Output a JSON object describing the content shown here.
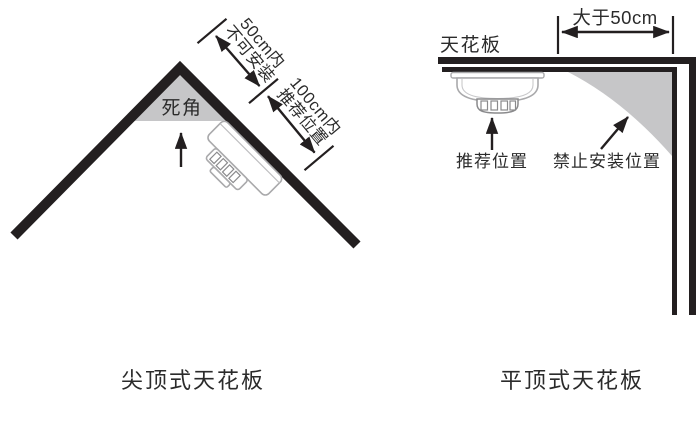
{
  "left_diagram": {
    "caption": "尖顶式天花板",
    "dead_corner_label": "死角",
    "dim_no_install_line1": "50cm内",
    "dim_no_install_line2": "不可安装",
    "dim_recommended_line1": "100cm内",
    "dim_recommended_line2": "推荐位置"
  },
  "right_diagram": {
    "caption": "平顶式天花板",
    "ceiling_label": "天花板",
    "distance_label": "大于50cm",
    "recommended_label": "推荐位置",
    "forbidden_label": "禁止安装位置"
  },
  "colors": {
    "line_black": "#231f20",
    "zone_gray": "#c6c6c8",
    "detector_gray": "#a9a9ab",
    "text_dark": "#2b2b2b"
  }
}
